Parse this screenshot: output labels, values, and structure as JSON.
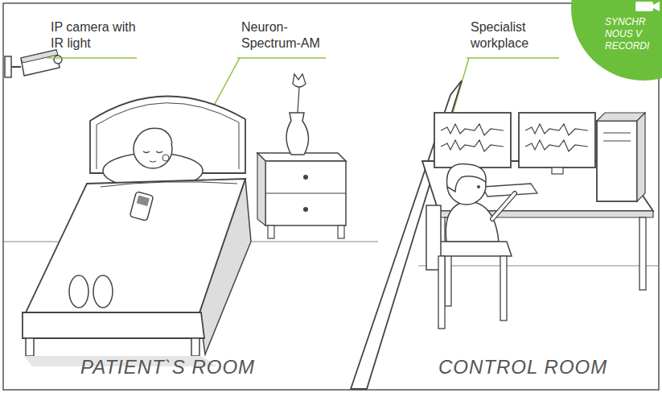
{
  "diagram": {
    "labels": [
      "IP camera with IR light",
      "Neuron- Spectrum-AM",
      "Specialist workplace",
      "SYNCHR NOUS V RECORDI",
      "PATIENT`S ROOM",
      "CONTROL ROOM"
    ]
  }
}
